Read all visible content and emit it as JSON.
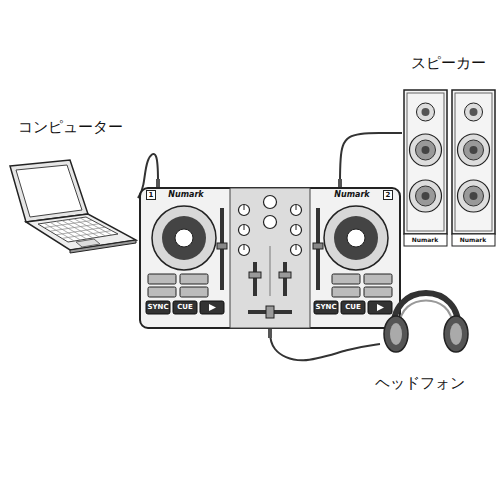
{
  "diagram": {
    "nodes": [
      {
        "text": [
          "コンピューター"
        ]
      },
      {
        "text": [
          "Numark",
          "Numark"
        ]
      },
      {
        "text": [
          "スピーカー"
        ]
      },
      {
        "text": [
          "ヘッドフォン"
        ]
      }
    ],
    "edges": [
      {
        "from": 0,
        "to": 1,
        "arrow": "none"
      },
      {
        "from": 1,
        "to": 2,
        "arrow": "none"
      },
      {
        "from": 1,
        "to": 3,
        "arrow": "none"
      }
    ],
    "labels": [
      "1",
      "2",
      "SYNC",
      "CUE",
      "SYNC",
      "CUE",
      "Numark",
      "Numark"
    ]
  }
}
